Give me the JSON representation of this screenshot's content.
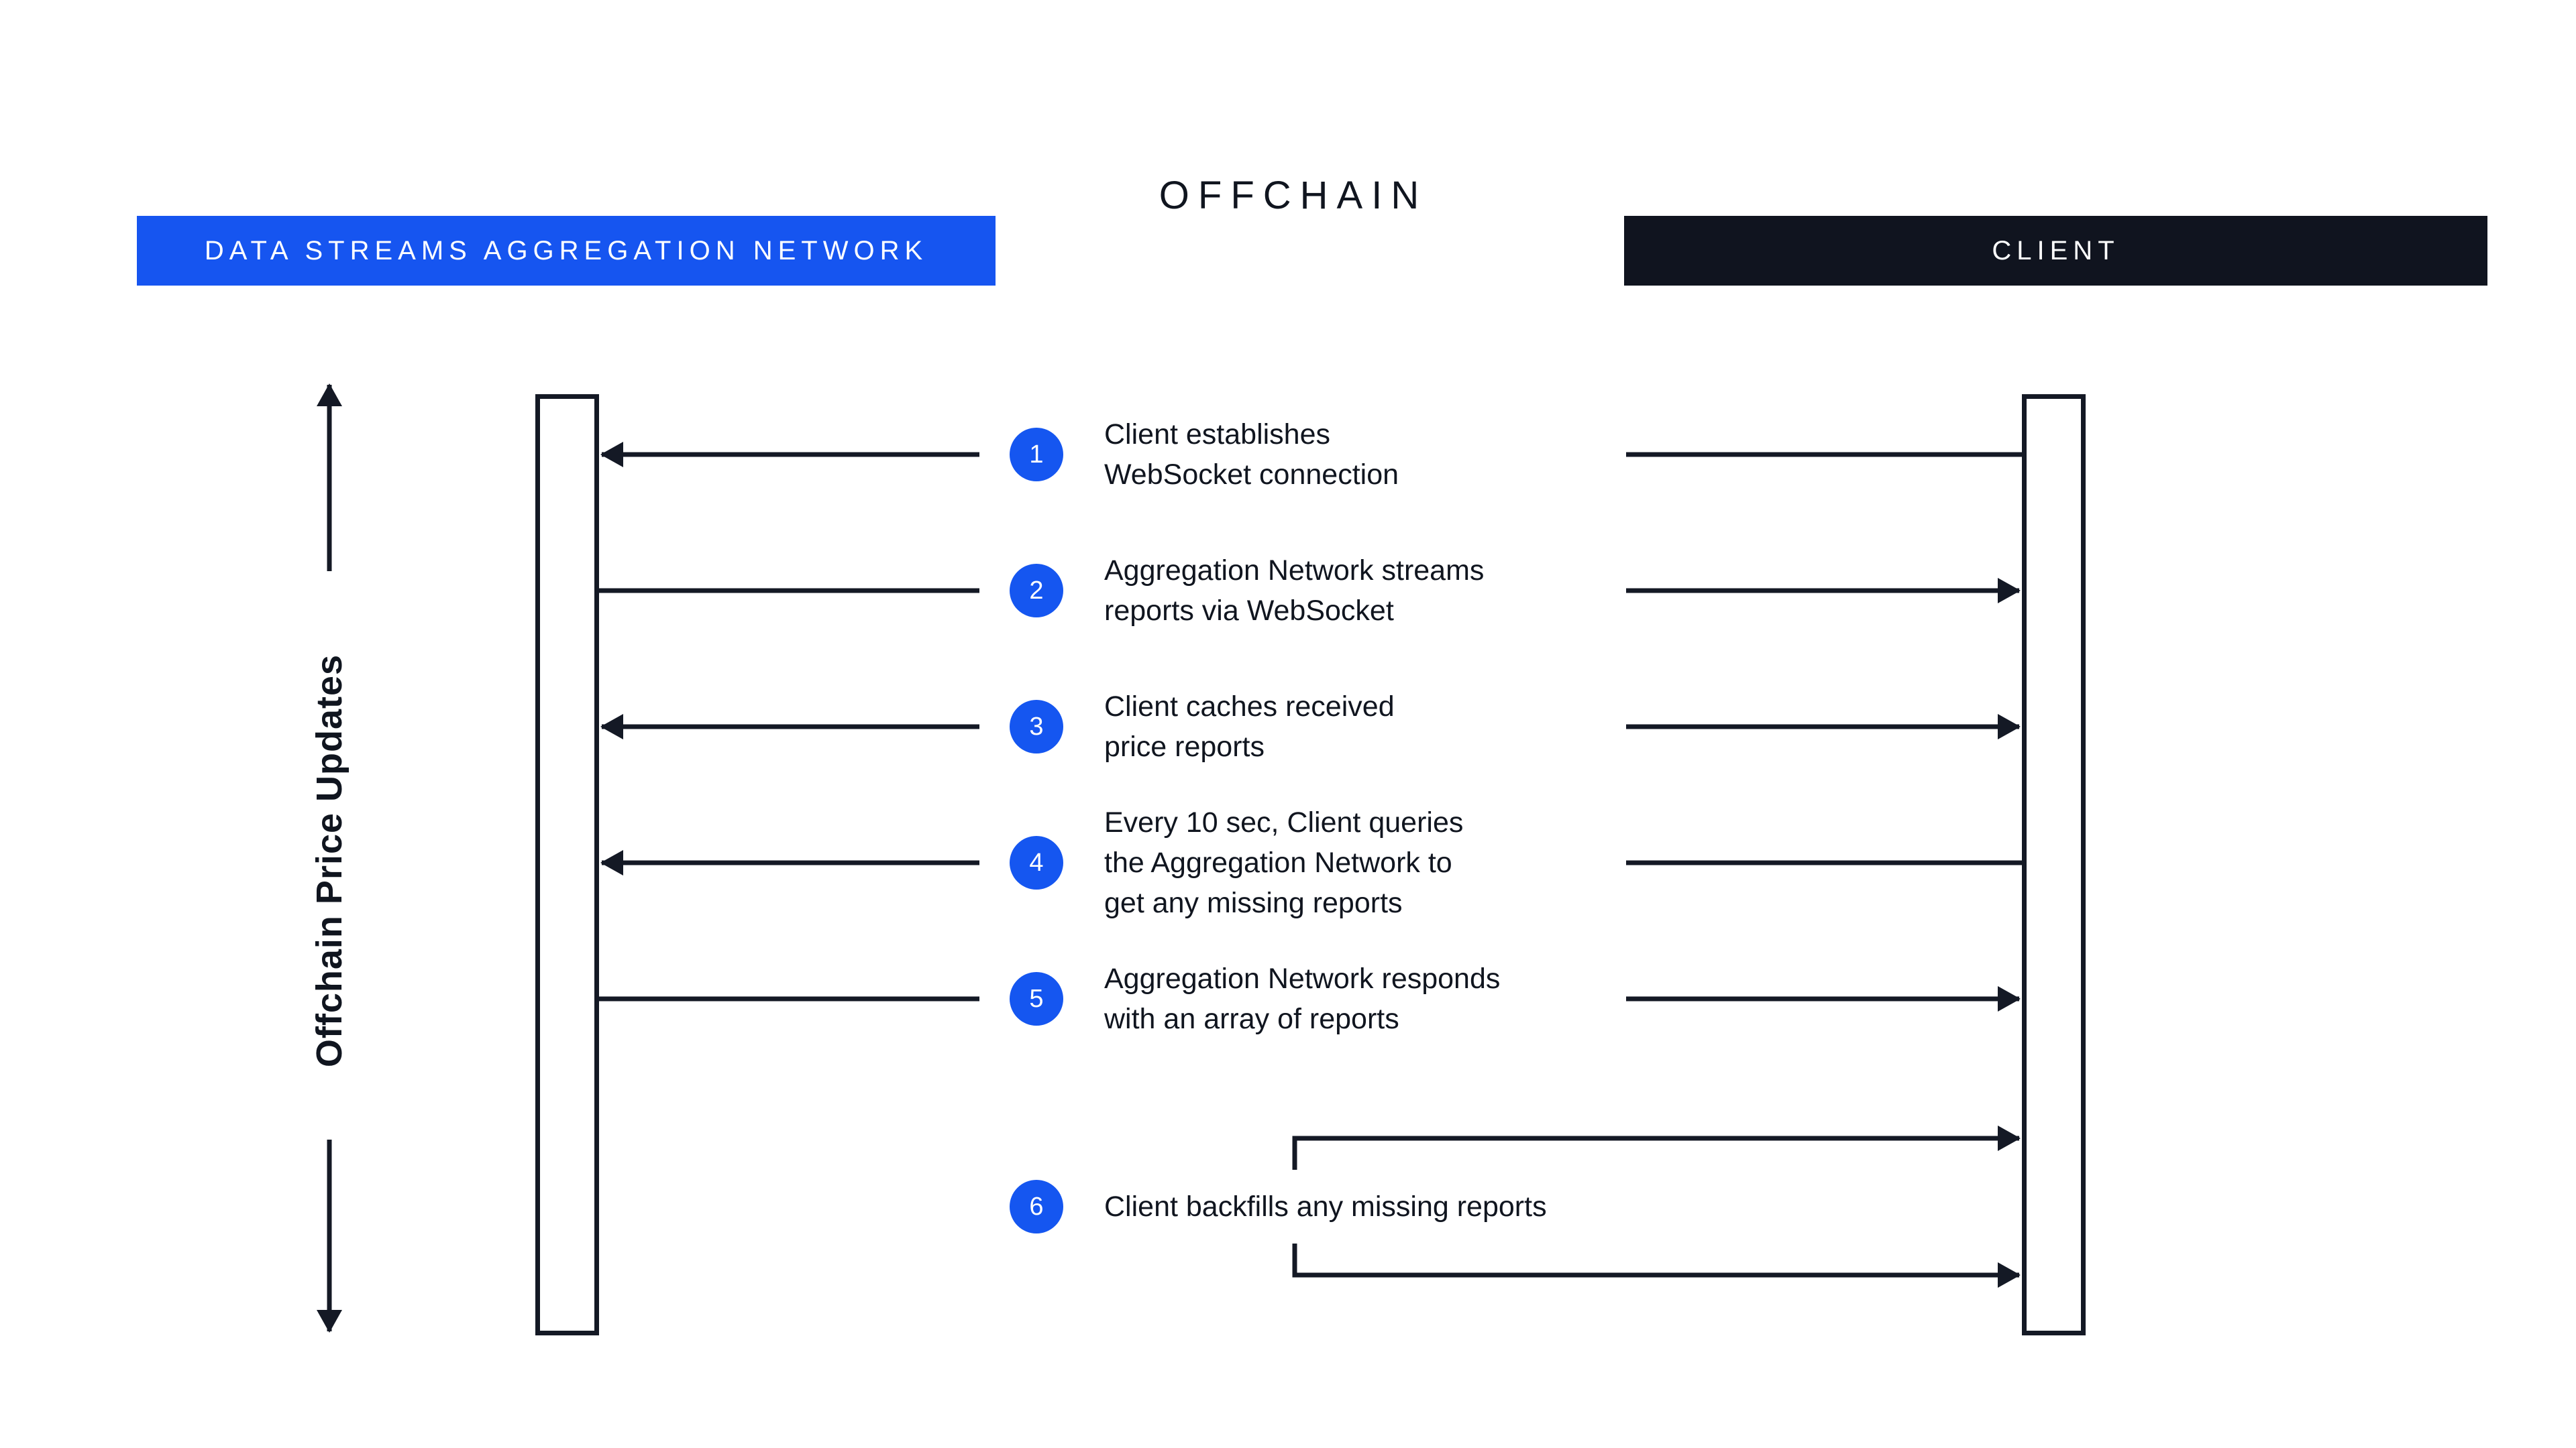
{
  "title": "OFFCHAIN",
  "colors": {
    "accent_blue": "#1655F0",
    "dark_navy": "#10141F",
    "background": "#FFFFFF"
  },
  "lanes": {
    "left": {
      "label": "DATA STREAMS AGGREGATION NETWORK"
    },
    "right": {
      "label": "CLIENT"
    }
  },
  "axis_label": "Offchain Price Updates",
  "steps": [
    {
      "num": "1",
      "text": "Client establishes\nWebSocket connection",
      "direction": "client_to_network"
    },
    {
      "num": "2",
      "text": "Aggregation Network streams\nreports via WebSocket",
      "direction": "network_to_client"
    },
    {
      "num": "3",
      "text": "Client caches received\nprice reports",
      "direction": "both_outward"
    },
    {
      "num": "4",
      "text": "Every 10 sec, Client queries\nthe Aggregation Network to\nget any missing reports",
      "direction": "client_to_network"
    },
    {
      "num": "5",
      "text": "Aggregation Network responds\nwith an array of reports",
      "direction": "network_to_client"
    },
    {
      "num": "6",
      "text": "Client backfills any missing reports",
      "direction": "client_self_loop"
    }
  ]
}
